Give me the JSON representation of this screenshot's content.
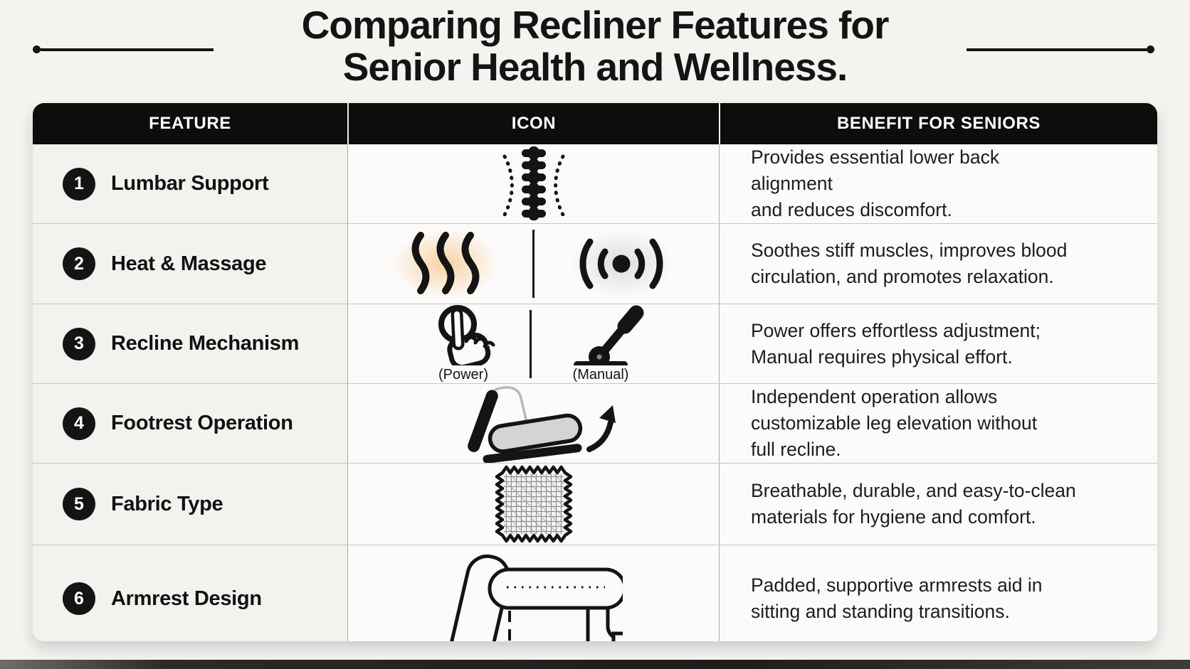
{
  "title": {
    "lines": [
      "Comparing Recliner Features for",
      "Senior Health and Wellness."
    ]
  },
  "table": {
    "headers": [
      "FEATURE",
      "ICON",
      "BENEFIT FOR SENIORS"
    ],
    "rows": [
      {
        "num": "1",
        "feature": "Lumbar Support",
        "icons": [
          "spine-icon"
        ],
        "benefit_lines": [
          "Provides essential lower back alignment",
          "and reduces discomfort."
        ]
      },
      {
        "num": "2",
        "feature": "Heat & Massage",
        "icons": [
          "heat-waves-icon",
          "massage-vibration-icon"
        ],
        "benefit_lines": [
          "Soothes stiff muscles, improves blood",
          "circulation, and promotes relaxation."
        ]
      },
      {
        "num": "3",
        "feature": "Recline Mechanism",
        "icons": [
          "power-touch-icon",
          "manual-lever-icon"
        ],
        "power_label": "(Power)",
        "manual_label": "(Manual)",
        "benefit_lines": [
          "Power offers effortless adjustment;",
          "Manual requires physical effort."
        ]
      },
      {
        "num": "4",
        "feature": "Footrest Operation",
        "icons": [
          "footrest-recline-icon"
        ],
        "benefit_lines": [
          "Independent operation allows",
          "customizable leg elevation without",
          "full recline."
        ]
      },
      {
        "num": "5",
        "feature": "Fabric Type",
        "icons": [
          "fabric-swatch-icon"
        ],
        "benefit_lines": [
          "Breathable, durable, and easy-to-clean",
          "materials for hygiene and comfort."
        ]
      },
      {
        "num": "6",
        "feature": "Armrest Design",
        "icons": [
          "armrest-icon"
        ],
        "benefit_lines": [
          "Padded, supportive armrests aid in",
          "sitting and standing transitions."
        ]
      }
    ]
  },
  "colors": {
    "page_bg": "#f4f3f0",
    "header_bg": "#0d0d0c",
    "ink": "#141414",
    "badge_bg": "#141414",
    "row_alt_bg": "#f3f2ef",
    "cell_bg": "#fcfbf9",
    "divider": "#c7c6c4",
    "heat_glow": "#f6bc76",
    "massage_glow": "#969696",
    "seat_fill": "#d4d4d2"
  }
}
